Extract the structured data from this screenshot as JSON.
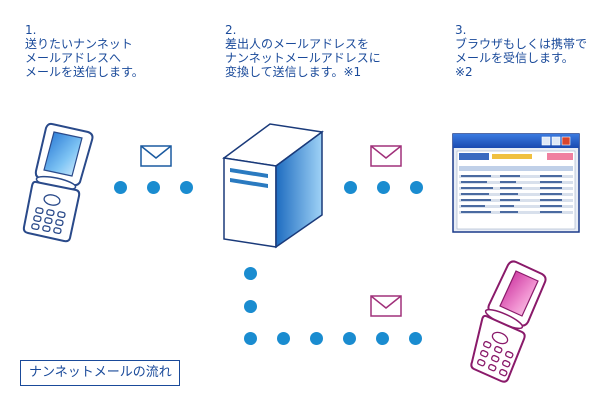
{
  "steps": [
    {
      "number": "1.",
      "lines": [
        "送りたいナンネット",
        "メールアドレスへ",
        "メールを送信します。"
      ]
    },
    {
      "number": "2.",
      "lines": [
        "差出人のメールアドレスを",
        "ナンネットメールアドレスに",
        "変換して送信します。※1"
      ]
    },
    {
      "number": "3.",
      "lines": [
        "ブラウザもしくは携帯で",
        "メールを受信します。",
        "※2"
      ]
    }
  ],
  "legend": "ナンネットメールの流れ",
  "colors": {
    "text": "#1a4a9a",
    "dot": "#1a8cd0",
    "envelope_blue": "#1a5aa0",
    "envelope_purple": "#a0307a",
    "server_blue": "#2a7ac0"
  },
  "icons": {
    "sender_phone": "mobile-phone-blue-icon",
    "server": "server-tower-icon",
    "browser": "browser-window-icon",
    "receiver_phone": "mobile-phone-pink-icon",
    "mail": "envelope-icon"
  }
}
